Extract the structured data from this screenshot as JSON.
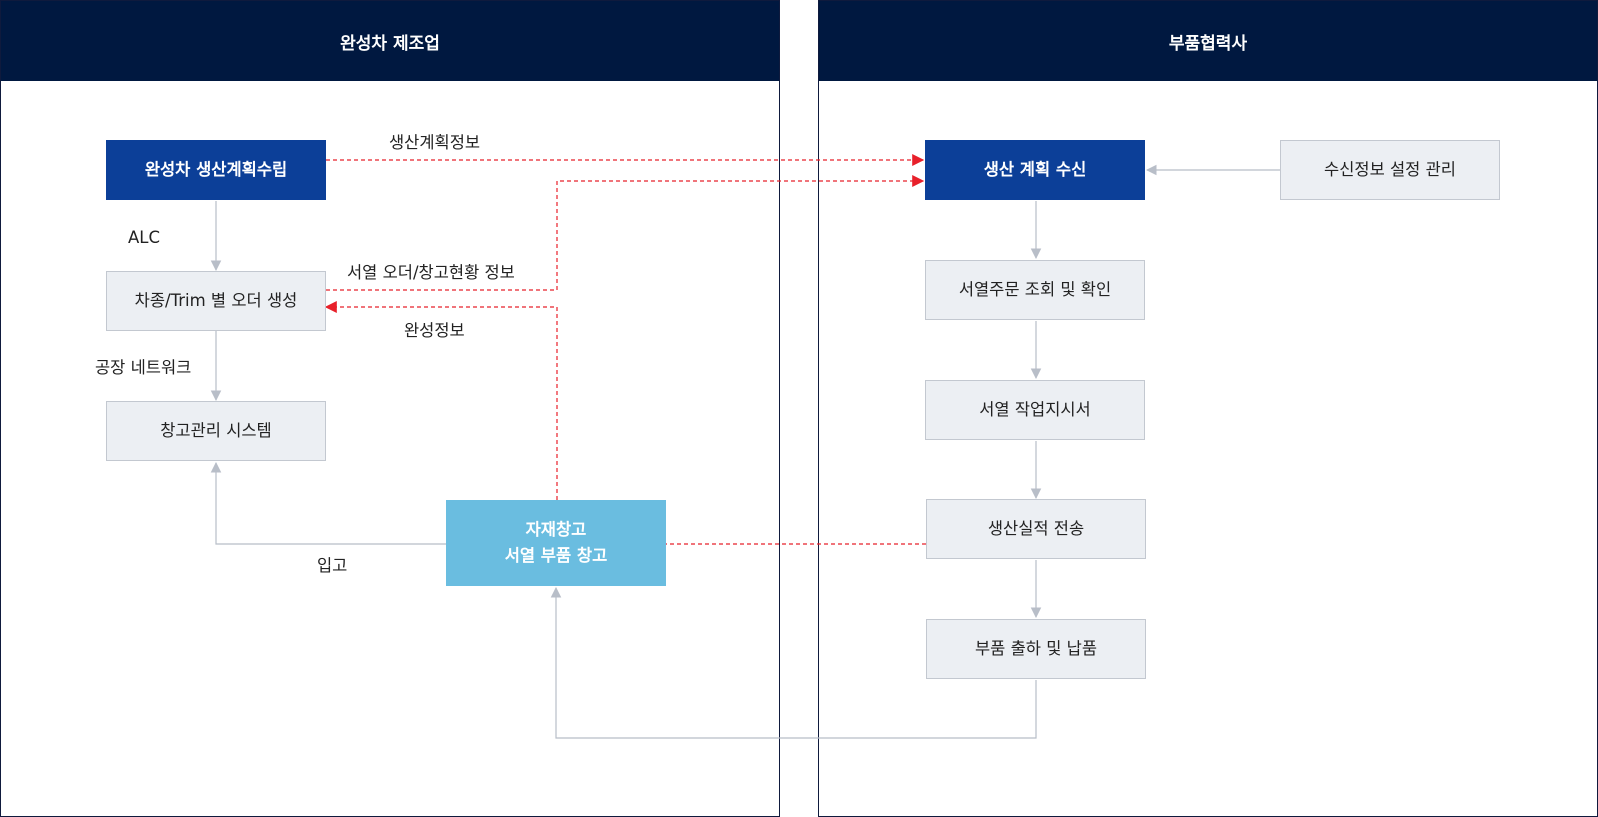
{
  "panels": {
    "left_title": "완성차 제조업",
    "right_title": "부품협력사"
  },
  "nodes": {
    "plan": "완성차 생산계획수립",
    "order": "차종/Trim 별 오더 생성",
    "warehouse_system": "창고관리 시스템",
    "material_line1": "자재창고",
    "material_line2": "서열 부품 창고",
    "receive": "생산 계획 수신",
    "receive_settings": "수신정보 설정 관리",
    "inquiry": "서열주문 조회 및 확인",
    "work_order": "서열 작업지시서",
    "result": "생산실적 전송",
    "delivery": "부품 출하 및 납품"
  },
  "edge_labels": {
    "plan_info": "생산계획정보",
    "alc": "ALC",
    "order_status": "서열 오더/창고현황 정보",
    "completion": "완성정보",
    "factory_network": "공장 네트워크",
    "stocking": "입고"
  },
  "colors": {
    "header": "#001840",
    "primary_box": "#0c3f98",
    "material_box": "#6abde0",
    "flow_line": "#b8bec8",
    "info_line": "#e8202a"
  }
}
